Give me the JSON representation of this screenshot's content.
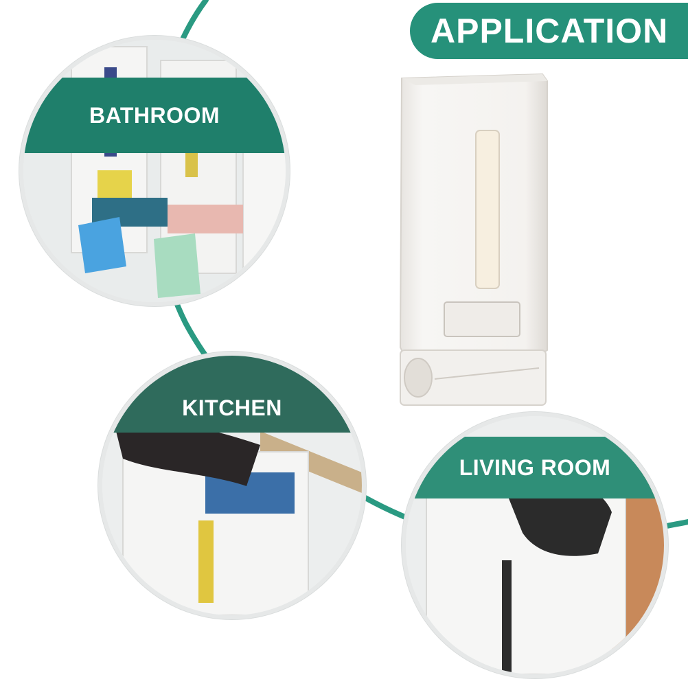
{
  "header": {
    "title": "APPLICATION"
  },
  "scenes": [
    {
      "id": "bathroom",
      "label": "BATHROOM"
    },
    {
      "id": "kitchen",
      "label": "KITCHEN"
    },
    {
      "id": "living-room",
      "label": "LIVING ROOM"
    }
  ],
  "colors": {
    "brand": "#26917a",
    "brand_dark": "#1f7f6b",
    "arc": "#2a9a82",
    "product_white": "#f4f2ef"
  }
}
